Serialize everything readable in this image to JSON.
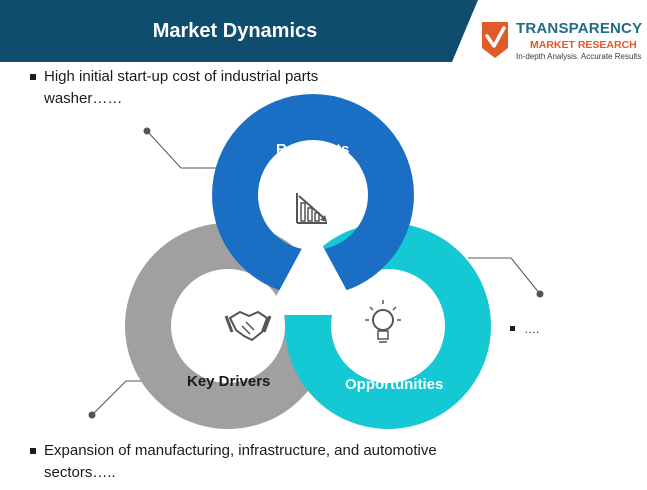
{
  "header": {
    "title": "Market Dynamics",
    "bar_color": "#0f4d6e"
  },
  "logo": {
    "name": "TRANSPARENCY",
    "sub": "MARKET RESEARCH",
    "tagline": "In-depth Analysis. Accurate Results",
    "icon": "tmr-logo-icon",
    "colors": {
      "primary": "#1f6c87",
      "accent": "#e05a2a"
    }
  },
  "bullets": {
    "restraint": "High initial start-up cost of industrial parts washer……",
    "driver": "Expansion of manufacturing, infrastructure, and automotive sectors…..",
    "opportunity": "…."
  },
  "diagram": {
    "restraints": {
      "label": "Restraints",
      "color": "#1a6fc4",
      "icon": "declining-chart-icon"
    },
    "drivers": {
      "label": "Key Drivers",
      "color": "#a0a0a0",
      "icon": "handshake-icon"
    },
    "opportunities": {
      "label": "Opportunities",
      "color": "#14c9d4",
      "icon": "lightbulb-icon"
    }
  }
}
